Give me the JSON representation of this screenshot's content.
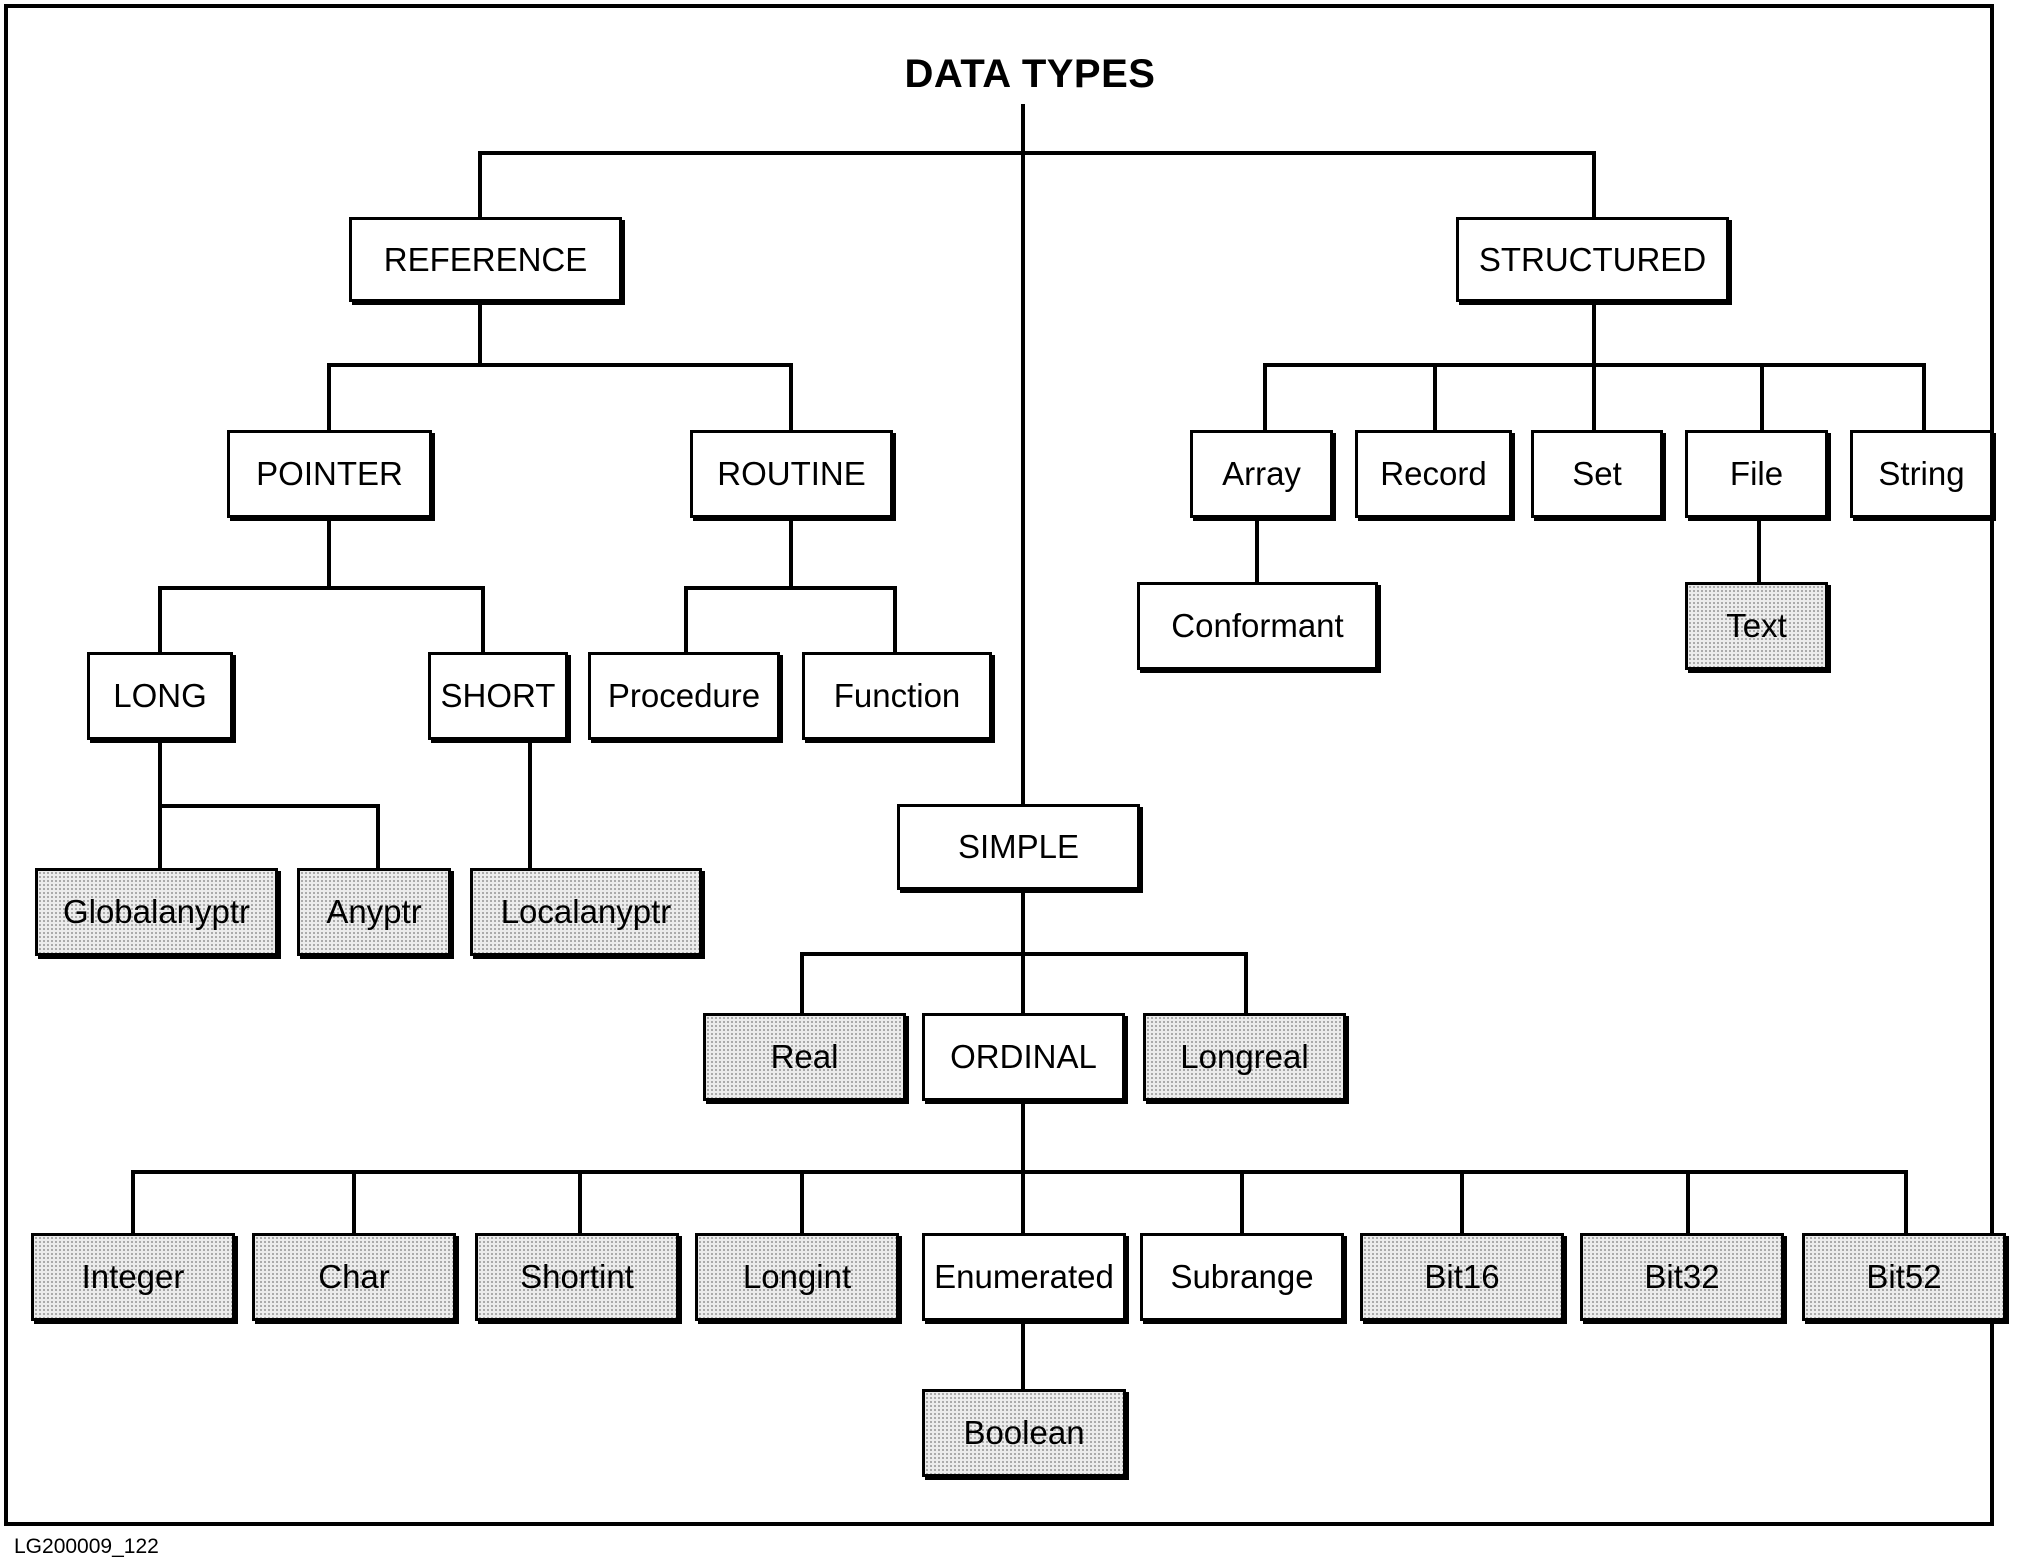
{
  "title": "DATA TYPES",
  "figure_id": "LG200009_122",
  "colors": {
    "line": "#000000",
    "box_fill": "#ffffff",
    "shaded_fill": "#ececec"
  },
  "nodes": {
    "reference": "REFERENCE",
    "structured": "STRUCTURED",
    "pointer": "POINTER",
    "routine": "ROUTINE",
    "long": "LONG",
    "short": "SHORT",
    "procedure": "Procedure",
    "function": "Function",
    "globalanyptr": "Globalanyptr",
    "anyptr": "Anyptr",
    "localanyptr": "Localanyptr",
    "array": "Array",
    "record": "Record",
    "set": "Set",
    "file": "File",
    "string": "String",
    "conformant": "Conformant",
    "text": "Text",
    "simple": "SIMPLE",
    "real": "Real",
    "ordinal": "ORDINAL",
    "longreal": "Longreal",
    "integer": "Integer",
    "char": "Char",
    "shortint": "Shortint",
    "longint": "Longint",
    "enumerated": "Enumerated",
    "subrange": "Subrange",
    "bit16": "Bit16",
    "bit32": "Bit32",
    "bit52": "Bit52",
    "boolean": "Boolean"
  },
  "edges": [
    [
      "title",
      "reference"
    ],
    [
      "title",
      "structured"
    ],
    [
      "title",
      "simple"
    ],
    [
      "reference",
      "pointer"
    ],
    [
      "reference",
      "routine"
    ],
    [
      "pointer",
      "long"
    ],
    [
      "pointer",
      "short"
    ],
    [
      "routine",
      "procedure"
    ],
    [
      "routine",
      "function"
    ],
    [
      "long",
      "globalanyptr"
    ],
    [
      "long",
      "anyptr"
    ],
    [
      "short",
      "localanyptr"
    ],
    [
      "structured",
      "array"
    ],
    [
      "structured",
      "record"
    ],
    [
      "structured",
      "set"
    ],
    [
      "structured",
      "file"
    ],
    [
      "structured",
      "string"
    ],
    [
      "array",
      "conformant"
    ],
    [
      "file",
      "text"
    ],
    [
      "simple",
      "real"
    ],
    [
      "simple",
      "ordinal"
    ],
    [
      "simple",
      "longreal"
    ],
    [
      "ordinal",
      "integer"
    ],
    [
      "ordinal",
      "char"
    ],
    [
      "ordinal",
      "shortint"
    ],
    [
      "ordinal",
      "longint"
    ],
    [
      "ordinal",
      "enumerated"
    ],
    [
      "ordinal",
      "subrange"
    ],
    [
      "ordinal",
      "bit16"
    ],
    [
      "ordinal",
      "bit32"
    ],
    [
      "ordinal",
      "bit52"
    ],
    [
      "enumerated",
      "boolean"
    ]
  ],
  "shaded_nodes": [
    "globalanyptr",
    "anyptr",
    "localanyptr",
    "text",
    "real",
    "longreal",
    "integer",
    "char",
    "shortint",
    "longint",
    "bit16",
    "bit32",
    "bit52",
    "boolean"
  ]
}
